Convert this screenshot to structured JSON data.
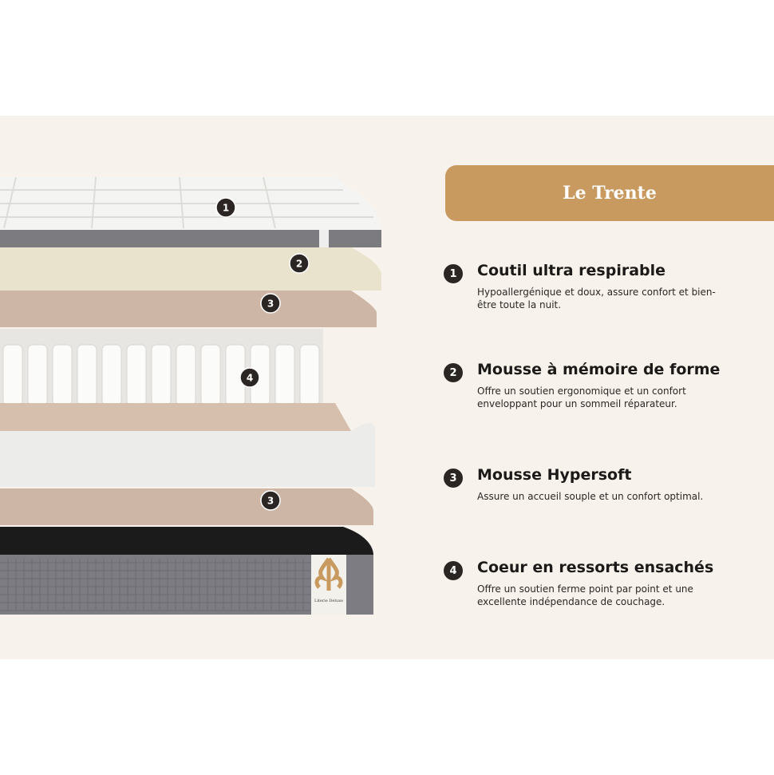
{
  "banner": {
    "title": "Le Trente",
    "color": "#c99a60"
  },
  "features": [
    {
      "number": "1",
      "title": "Coutil ultra respirable",
      "description": "Hypoallergénique et doux, assure confort et bien-être toute la nuit."
    },
    {
      "number": "2",
      "title": "Mousse à mémoire de forme",
      "description": "Offre un soutien ergonomique et un confort enveloppant pour un sommeil réparateur."
    },
    {
      "number": "3",
      "title": "Mousse Hypersoft",
      "description": "Assure un accueil souple et un confort optimal."
    },
    {
      "number": "4",
      "title": "Coeur en ressorts ensachés",
      "description": "Offre un soutien ferme point par point et une excellente indépendance de couchage."
    }
  ],
  "diagram_markers": [
    "1",
    "2",
    "3",
    "4",
    "3"
  ],
  "logo_label": "Literie Deluxe"
}
